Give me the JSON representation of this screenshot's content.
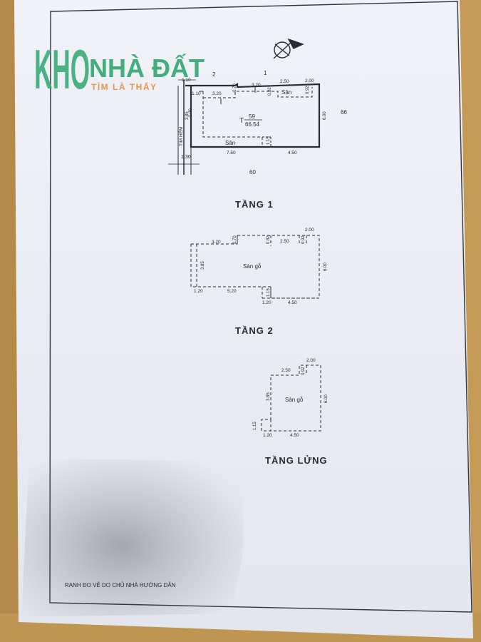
{
  "watermark": {
    "logo_letters": "KHO",
    "title": "NHÀ ĐẤT",
    "tagline": "TÌM LÀ THẤY"
  },
  "plan_1": {
    "title": "TẦNG 1",
    "lot_labels": {
      "left_neighbor": "2",
      "right_neighbor": "1",
      "east": "66",
      "south": "60"
    },
    "lot_number": "59",
    "area": "66.54",
    "lot_prefix": "T",
    "alley_label": "TIM HẺM",
    "room_labels": [
      "Sân",
      "Sân"
    ],
    "dimensions": [
      "1.10",
      "1.10",
      "3.20",
      "0.70",
      "3.20",
      "2.50",
      "2.00",
      "0.82",
      "0.92",
      "3.85",
      "5.00",
      "6.00",
      "1.15",
      "7.50",
      "4.50",
      "1.30"
    ]
  },
  "plan_2": {
    "title": "TẦNG 2",
    "room_label": "Sàn gỗ",
    "dimensions": [
      "3.20",
      "0.70",
      "0.82",
      "2.50",
      "0.92",
      "2.00",
      "3.85",
      "6.00",
      "1.20",
      "5.20",
      "1.15",
      "1.20",
      "4.50"
    ]
  },
  "plan_3": {
    "title": "TẦNG LỬNG",
    "room_label": "Sàn gỗ",
    "dimensions": [
      "2.50",
      "0.92",
      "2.00",
      "3.85",
      "6.00",
      "1.15",
      "1.20",
      "4.50"
    ]
  },
  "footer_note": "RANH ĐO VẼ DO CHỦ NHÀ HƯỚNG DẪN",
  "colors": {
    "wood_background": "#b8904e",
    "paper": "#eceef6",
    "ink": "#2b2b33",
    "watermark_teal": "#2fa66f",
    "watermark_orange": "#e8862a"
  }
}
